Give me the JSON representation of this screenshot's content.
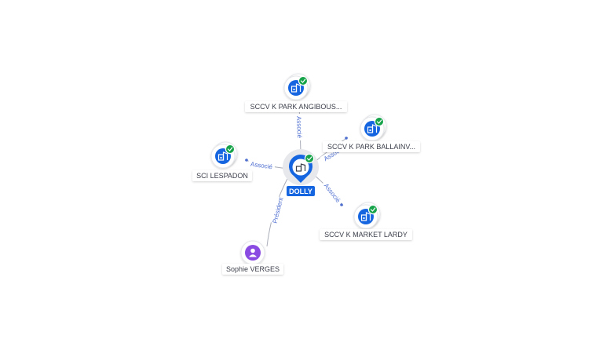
{
  "colors": {
    "accent": "#1565e0",
    "check_badge": "#16a34a",
    "person": "#8a4be2",
    "edge": "#a9adb8",
    "edge_label": "#4f6fd0"
  },
  "center": {
    "label": "DOLLY",
    "icon": "company-icon",
    "badge": "check-icon"
  },
  "nodes": [
    {
      "id": "angibous",
      "label": "SCCV K PARK ANGIBOUS...",
      "kind": "company",
      "icon": "company-icon"
    },
    {
      "id": "ballainv",
      "label": "SCCV K PARK BALLAINV...",
      "kind": "company",
      "icon": "company-icon"
    },
    {
      "id": "lespadon",
      "label": "SCI LESPADON",
      "kind": "company",
      "icon": "company-icon"
    },
    {
      "id": "lardy",
      "label": "SCCV K MARKET LARDY",
      "kind": "company",
      "icon": "company-icon"
    },
    {
      "id": "verges",
      "label": "Sophie VERGES",
      "kind": "person",
      "icon": "person-icon"
    }
  ],
  "edges": [
    {
      "to": "angibous",
      "label": "Associé"
    },
    {
      "to": "ballainv",
      "label": "Associé"
    },
    {
      "to": "lespadon",
      "label": "Associé"
    },
    {
      "to": "lardy",
      "label": "Associé"
    },
    {
      "to": "verges",
      "label": "Président"
    }
  ]
}
